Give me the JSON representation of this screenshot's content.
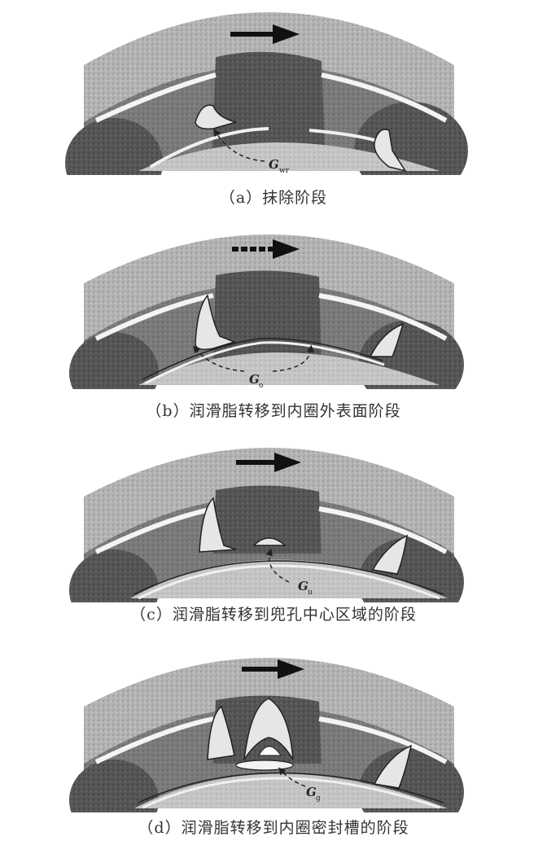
{
  "panels": [
    {
      "id": "a",
      "caption": "（a）抹除阶段",
      "label_g": "G",
      "label_sub": "wr"
    },
    {
      "id": "b",
      "caption": "（b）润滑脂转移到内圈外表面阶段",
      "label_g": "G",
      "label_sub": "o"
    },
    {
      "id": "c",
      "caption": "（c）润滑脂转移到兜孔中心区域的阶段",
      "label_g": "G",
      "label_sub": "u"
    },
    {
      "id": "d",
      "caption": "（d）润滑脂转移到内圈密封槽的阶段",
      "label_g": "G",
      "label_sub": "g"
    }
  ],
  "icons": {
    "rotation_arrow": "arrow-right-icon"
  }
}
